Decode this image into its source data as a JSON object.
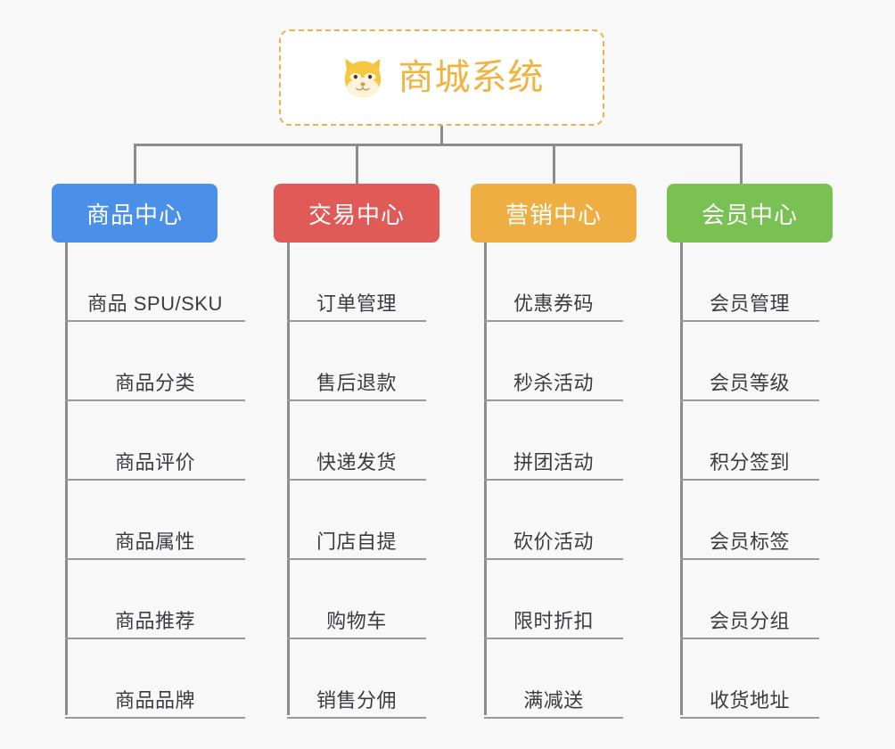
{
  "canvas": {
    "background": "#f8f8f8",
    "line_color": "#8c8c8c"
  },
  "root": {
    "title": "商城系统",
    "icon": "shiba-dog-face-icon",
    "border_color": "#eeb04a",
    "text_color": "#f0b340",
    "background": "#ffffff"
  },
  "branches": [
    {
      "label": "商品中心",
      "color": "#4a90e8",
      "items": [
        "商品 SPU/SKU",
        "商品分类",
        "商品评价",
        "商品属性",
        "商品推荐",
        "商品品牌"
      ]
    },
    {
      "label": "交易中心",
      "color": "#e05a57",
      "items": [
        "订单管理",
        "售后退款",
        "快递发货",
        "门店自提",
        "购物车",
        "销售分佣"
      ]
    },
    {
      "label": "营销中心",
      "color": "#eeae41",
      "items": [
        "优惠券码",
        "秒杀活动",
        "拼团活动",
        "砍价活动",
        "限时折扣",
        "满减送"
      ]
    },
    {
      "label": "会员中心",
      "color": "#79c153",
      "items": [
        "会员管理",
        "会员等级",
        "积分签到",
        "会员标签",
        "会员分组",
        "收货地址"
      ]
    }
  ]
}
